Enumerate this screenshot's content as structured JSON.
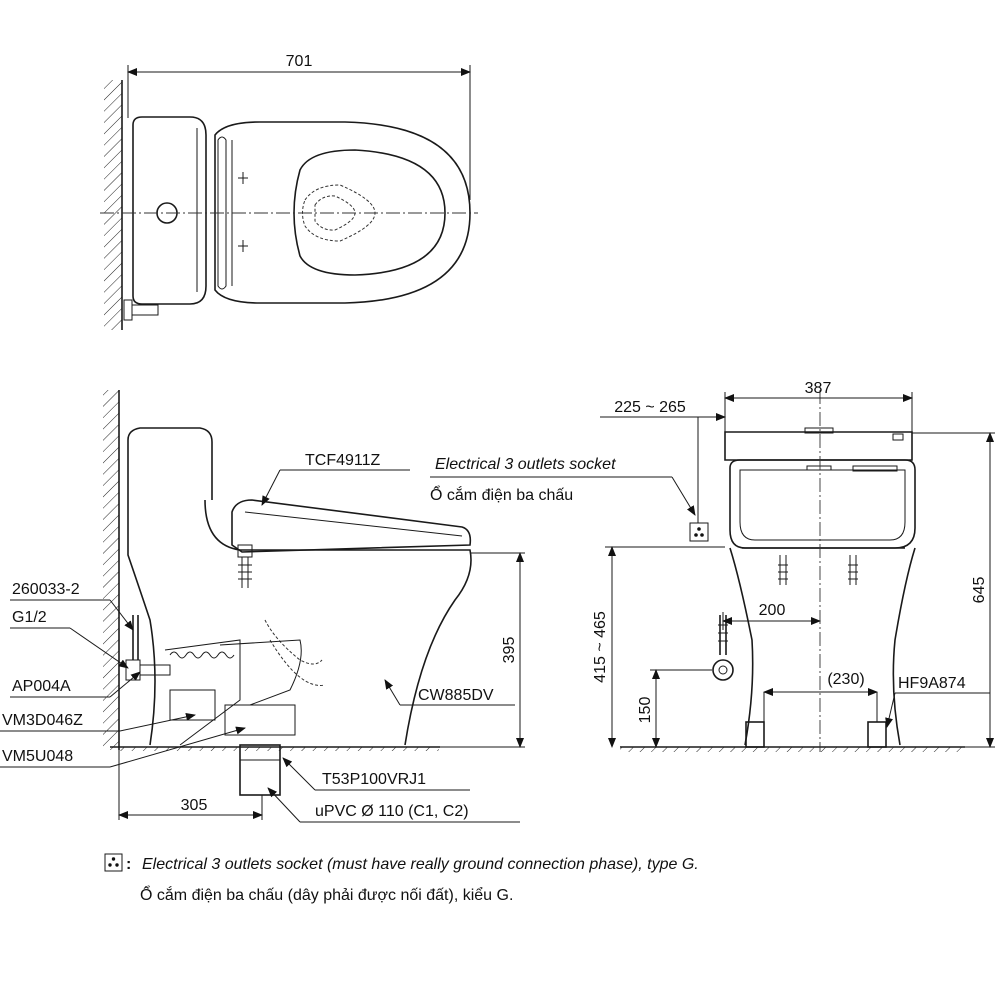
{
  "dimensions": {
    "top_width": "701",
    "side_height_395": "395",
    "side_depth_305": "305",
    "front_width_387": "387",
    "front_range_225_265": "225 ~ 265",
    "front_height_645": "645",
    "front_range_415_465": "415 ~ 465",
    "front_200": "200",
    "front_230": "(230)",
    "front_150": "150"
  },
  "parts": {
    "seat": "TCF4911Z",
    "bowl": "CW885DV",
    "hose": "260033-2",
    "thread": "G1/2",
    "valve": "AP004A",
    "flange_a": "VM3D046Z",
    "flange_b": "VM5U048",
    "adapter": "T53P100VRJ1",
    "pipe": "uPVC Ø 110 (C1, C2)",
    "bolt": "HF9A874"
  },
  "socket_label": {
    "en": "Electrical 3 outlets socket",
    "vi": "Ổ cắm điện ba chấu"
  },
  "footnote": {
    "en": "Electrical 3 outlets socket (must have really ground connection phase), type G.",
    "vi": "Ổ cắm điện ba chấu (dây phải được nối đất), kiểu G.",
    "colon": ":"
  },
  "icons": [
    "socket-icon",
    "arrow-icon"
  ]
}
